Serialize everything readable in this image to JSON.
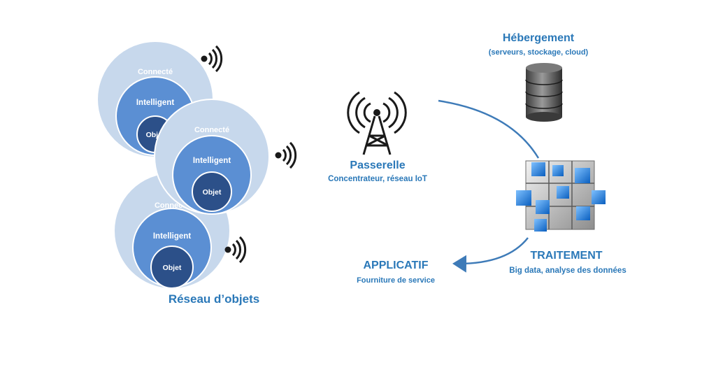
{
  "nodes": [
    {
      "layers": {
        "outer": "Connecté",
        "middle": "Intelligent",
        "inner": "Objet"
      }
    },
    {
      "layers": {
        "outer": "Connecté",
        "middle": "Intelligent",
        "inner": "Objet"
      }
    },
    {
      "layers": {
        "outer": "Connecté",
        "middle": "Intelligent",
        "inner": "Objet"
      }
    }
  ],
  "network_label": "Réseau d’objets",
  "gateway": {
    "title": "Passerelle",
    "subtitle": "Concentrateur, réseau IoT"
  },
  "hosting": {
    "title": "Hébergement",
    "subtitle": "(serveurs, stockage, cloud)"
  },
  "processing": {
    "title": "TRAITEMENT",
    "subtitle": "Big data, analyse des données"
  },
  "application": {
    "title": "APPLICATIF",
    "subtitle": "Fourniture de service"
  },
  "colors": {
    "outer": "#c7d8ec",
    "middle": "#5b8fd3",
    "inner": "#2c5089",
    "label_blue": "#2a78b8",
    "arrow": "#3e7bb8"
  },
  "icons": [
    "wifi-signal-icon",
    "antenna-tower-icon",
    "database-icon",
    "data-cube-icon"
  ]
}
